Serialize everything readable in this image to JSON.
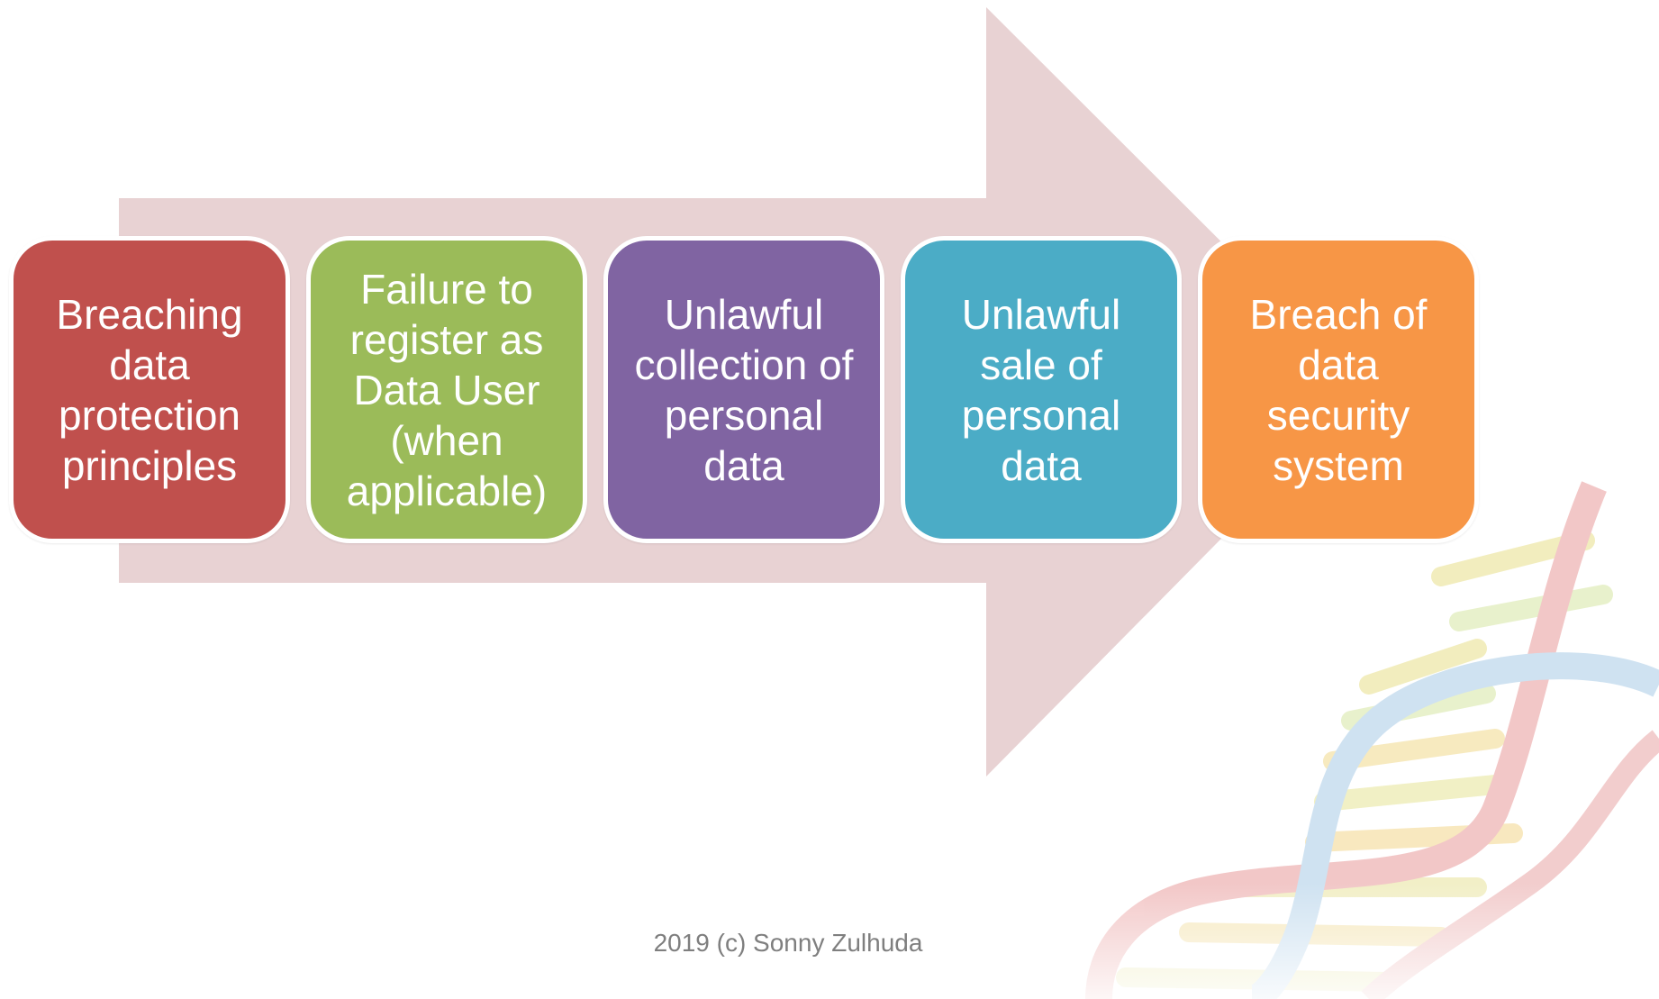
{
  "flow": {
    "steps": [
      {
        "label": "Breaching data protection principles",
        "color": "#c0504d"
      },
      {
        "label": "Failure to register as Data User (when applicable)",
        "color": "#9bbb59"
      },
      {
        "label": "Unlawful collection of personal data",
        "color": "#8064a2"
      },
      {
        "label": "Unlawful sale of personal data",
        "color": "#4bacc6"
      },
      {
        "label": "Breach of data security system",
        "color": "#f79646"
      }
    ],
    "arrow_color": "#e8d2d3"
  },
  "footer": {
    "text": "2019 (c) Sonny Zulhuda"
  }
}
